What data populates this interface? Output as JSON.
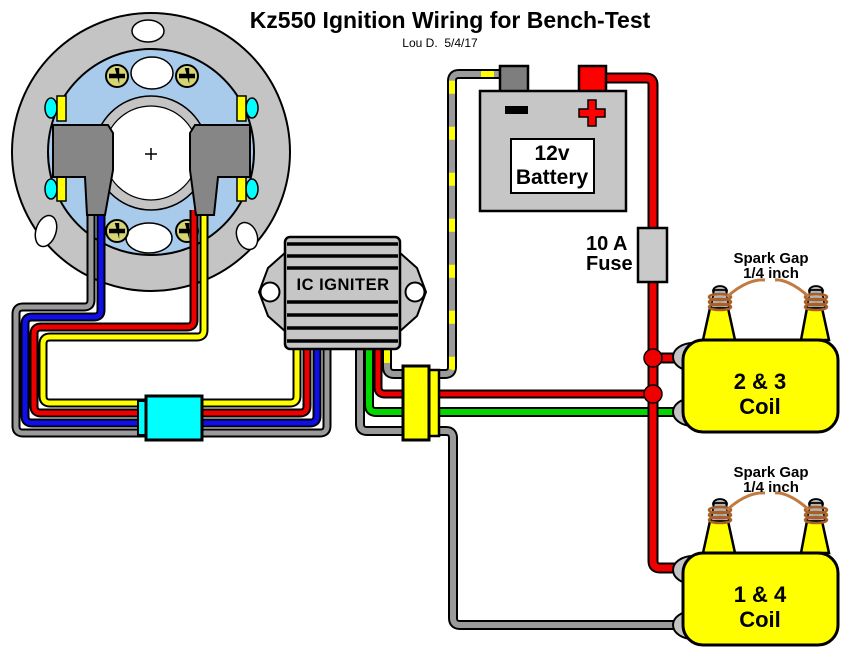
{
  "title": "Kz550 Ignition Wiring for Bench-Test",
  "subtitle": "Lou D.  5/4/17",
  "igniter": {
    "label": "IC IGNITER"
  },
  "battery": {
    "voltage_label": "12v",
    "name_label": "Battery",
    "minus_symbol": "-",
    "plus_symbol": "+"
  },
  "fuse": {
    "rating_label": "10 A",
    "name_label": "Fuse"
  },
  "coils": [
    {
      "label_top": "2 & 3",
      "label_bottom": "Coil",
      "spark_gap_label": "Spark Gap",
      "spark_gap_value": "1/4 inch"
    },
    {
      "label_top": "1 & 4",
      "label_bottom": "Coil",
      "spark_gap_label": "Spark Gap",
      "spark_gap_value": "1/4 inch"
    }
  ],
  "wires": [
    {
      "name": "pickup-gray",
      "color": "#9a9a9a"
    },
    {
      "name": "pickup-blue",
      "color": "#0f0fe8"
    },
    {
      "name": "pickup-red",
      "color": "#ee0000"
    },
    {
      "name": "pickup-yellow",
      "color": "#ffff00"
    },
    {
      "name": "igniter-ground-black-yellow-stripe",
      "color": "#9a9a9a",
      "stripe": "#ffff00"
    },
    {
      "name": "igniter-power-red",
      "color": "#ee0000"
    },
    {
      "name": "coil-2-3-green",
      "color": "#00d800"
    },
    {
      "name": "coil-1-4-gray",
      "color": "#9a9a9a"
    },
    {
      "name": "battery-positive-red",
      "color": "#ee0000"
    },
    {
      "name": "spark-gap-copper",
      "color": "#c17a3f"
    }
  ],
  "colors": {
    "plate_gray": "#c4c4c4",
    "ring_blue": "#a8cbec",
    "pickup_coil_gray": "#868686",
    "screw_khaki": "#d6d473",
    "connector_cyan": "#00ffff",
    "connector_yellow": "#ffff00",
    "battery_gray": "#c6c6c6",
    "terminal_negative_gray": "#7e7e7e",
    "terminal_positive_red": "#ff0000",
    "fuse_gray": "#c9c9c9",
    "coil_yellow": "#ffff00",
    "plug_gray": "#b4b4b4"
  }
}
